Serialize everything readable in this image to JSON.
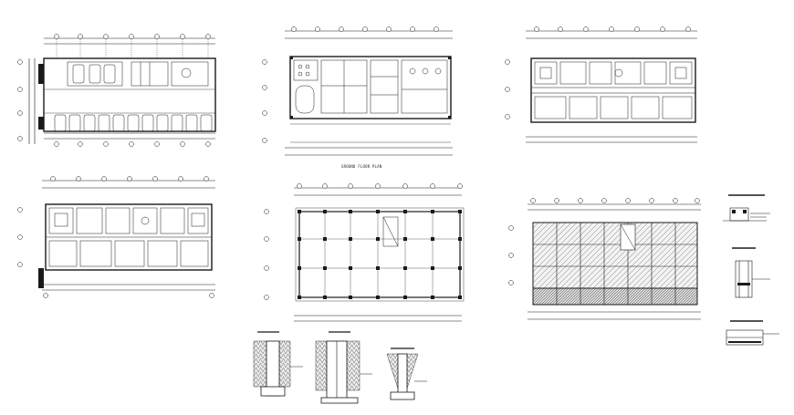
{
  "sheet": {
    "background": "#ffffff",
    "ink": "#1a1a1a"
  },
  "drawings": [
    {
      "id": "basement-parking-plan",
      "kind": "floor-plan",
      "label": ""
    },
    {
      "id": "ground-floor-plan",
      "kind": "floor-plan",
      "label": "GROUND FLOOR PLAN"
    },
    {
      "id": "typical-floor-plan-a",
      "kind": "floor-plan",
      "label": ""
    },
    {
      "id": "typical-floor-plan-b",
      "kind": "floor-plan",
      "label": ""
    },
    {
      "id": "column-layout-plan",
      "kind": "structural-plan",
      "label": ""
    },
    {
      "id": "roof-slab-plan",
      "kind": "slab-plan",
      "label": ""
    },
    {
      "id": "wall-section-details",
      "kind": "section-details",
      "label": ""
    },
    {
      "id": "footing-details",
      "kind": "section-details",
      "label": ""
    }
  ]
}
